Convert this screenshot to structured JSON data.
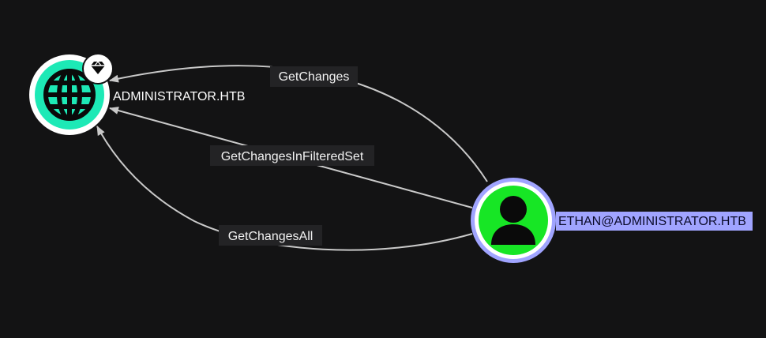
{
  "graph": {
    "nodes": {
      "domain": {
        "label": "ADMINISTRATOR.HTB",
        "type": "domain",
        "icon": "globe-icon",
        "badge_icon": "gem-icon",
        "fill_color": "#1de9b6",
        "ring_color": "#ffffff"
      },
      "user": {
        "label": "ETHAN@ADMINISTRATOR.HTB",
        "type": "user",
        "icon": "user-icon",
        "fill_color": "#17e625",
        "ring_color": "#a0a4ff",
        "highlight_color": "#a0a4ff",
        "selected": true
      }
    },
    "edges": [
      {
        "label": "GetChanges",
        "from": "user",
        "to": "domain"
      },
      {
        "label": "GetChangesInFilteredSet",
        "from": "user",
        "to": "domain"
      },
      {
        "label": "GetChangesAll",
        "from": "user",
        "to": "domain"
      }
    ]
  },
  "colors": {
    "background": "#131314",
    "edge": "#c9c9c9",
    "edge_label_bg": "#232325",
    "badge_bg": "#ffffff"
  }
}
